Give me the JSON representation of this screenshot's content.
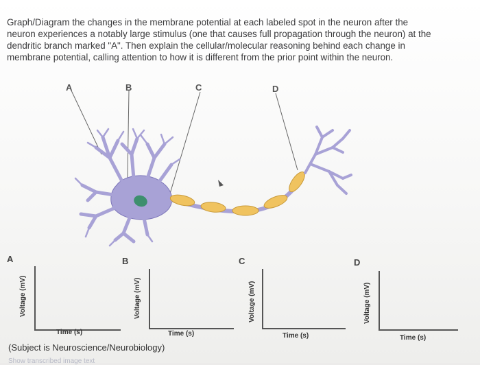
{
  "question": {
    "line1": "Graph/Diagram the changes in the membrane potential at each labeled spot in the neuron after the",
    "line2": "neuron experiences a notably large stimulus (one that causes full propagation through the neuron) at the",
    "line3": "dendritic branch marked \"A\". Then explain the cellular/molecular reasoning behind each change in",
    "line4": "membrane potential, calling attention to how it is different from the prior point within the neuron."
  },
  "diagram": {
    "labels": {
      "a": "A",
      "b": "B",
      "c": "C",
      "d": "D"
    },
    "colors": {
      "neuron": "#a8a2d6",
      "nucleus": "#3d8f6e",
      "myelin": "#f0c35f",
      "line": "#666666"
    }
  },
  "graphs": [
    {
      "label": "A",
      "ylabel": "Voltage (mV)",
      "xlabel": "Time (s)"
    },
    {
      "label": "B",
      "ylabel": "Voltage (mV)",
      "xlabel": "Time (s)"
    },
    {
      "label": "C",
      "ylabel": "Voltage (mV)",
      "xlabel": "Time (s)"
    },
    {
      "label": "D",
      "ylabel": "Voltage (mV)",
      "xlabel": "Time (s)"
    }
  ],
  "footer": {
    "subject": "(Subject is Neuroscience/Neurobiology)",
    "cut_text": "Show transcribed image text"
  }
}
